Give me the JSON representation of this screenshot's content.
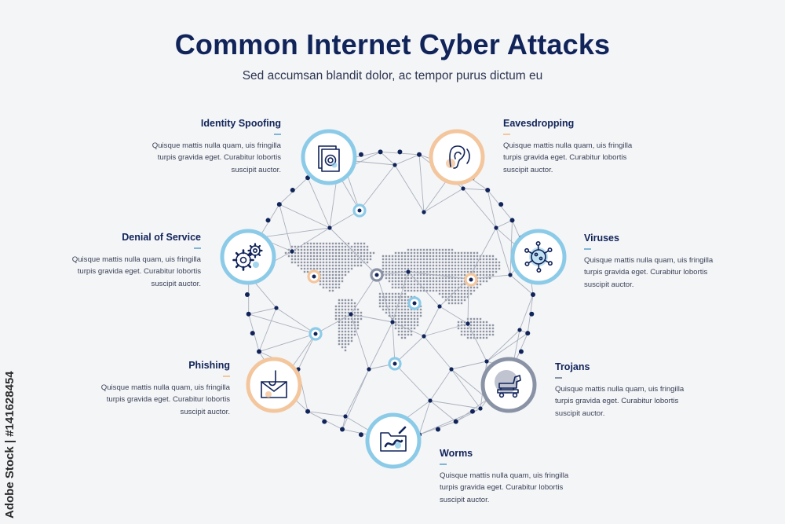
{
  "header": {
    "title": "Common Internet Cyber Attacks",
    "subtitle": "Sed accumsan blandit dolor, ac tempor purus dictum eu"
  },
  "colors": {
    "navy": "#11245a",
    "blue": "#8ccbe8",
    "orange": "#f3c69d",
    "gray": "#8a93a6",
    "line": "#aab0bd"
  },
  "items": [
    {
      "title": "Identity Spoofing",
      "desc": [
        "Quisque mattis nulla quam,  uis fringilla",
        "turpis gravida eget. Curabitur lobortis",
        "suscipit auctor."
      ],
      "icon": "fingerprint-document-icon",
      "ring": "blue"
    },
    {
      "title": "Eavesdropping",
      "desc": [
        "Quisque mattis nulla quam,  uis fringilla",
        "turpis gravida eget. Curabitur lobortis",
        "suscipit auctor."
      ],
      "icon": "ear-icon",
      "ring": "orange"
    },
    {
      "title": "Denial of Service",
      "desc": [
        "Quisque mattis nulla quam,  uis fringilla",
        "turpis gravida eget. Curabitur lobortis",
        "suscipit auctor."
      ],
      "icon": "gears-icon",
      "ring": "blue"
    },
    {
      "title": "Viruses",
      "desc": [
        "Quisque mattis nulla quam,  uis fringilla",
        "turpis gravida eget. Curabitur lobortis",
        "suscipit auctor."
      ],
      "icon": "virus-icon",
      "ring": "blue"
    },
    {
      "title": "Phishing",
      "desc": [
        "Quisque mattis nulla quam,  uis fringilla",
        "turpis gravida eget. Curabitur lobortis",
        "suscipit auctor."
      ],
      "icon": "hook-envelope-icon",
      "ring": "orange"
    },
    {
      "title": "Trojans",
      "desc": [
        "Quisque mattis nulla quam,  uis fringilla",
        "turpis gravida eget. Curabitur lobortis",
        "suscipit auctor."
      ],
      "icon": "trojan-horse-icon",
      "ring": "gray"
    },
    {
      "title": "Worms",
      "desc": [
        "Quisque mattis nulla quam,  uis fringilla",
        "turpis gravida eget. Curabitur lobortis",
        "suscipit auctor."
      ],
      "icon": "worm-folder-icon",
      "ring": "blue"
    }
  ],
  "watermark": {
    "side_text": "Adobe Stock | #141628454"
  }
}
